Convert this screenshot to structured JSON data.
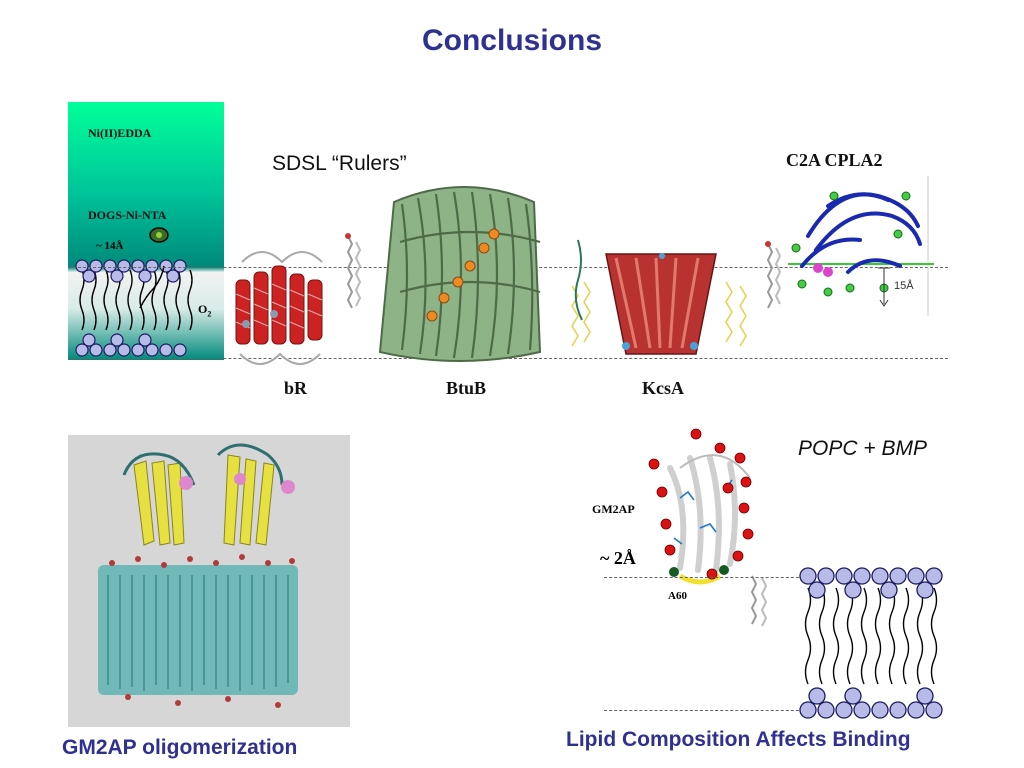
{
  "slide": {
    "title": "Conclusions"
  },
  "top_panel": {
    "ni_label": "Ni(II)EDDA",
    "dogs_label": "DOGS-Ni-NTA",
    "depth_label": "~ 14Å",
    "o2_label": "O",
    "o2_sub": "2",
    "rulers_label": "SDSL “Rulers”",
    "c2a_label": "C2A CPLA2",
    "c2a_depth": "15Å",
    "proteins": [
      "bR",
      "BtuB",
      "KcsA"
    ]
  },
  "bottom_left": {
    "caption": "GM2AP oligomerization"
  },
  "bottom_right": {
    "condition": "POPC + BMP",
    "protein_label": "GM2AP",
    "distance_label": "~ 2Å",
    "residue_label": "A60",
    "caption": "Lipid Composition Affects Binding"
  },
  "colors": {
    "title_blue": "#2e3192",
    "gradient_top": "#00ff99",
    "gradient_bottom": "#00897b",
    "helix_red": "#cc2222",
    "barrel_green": "#7fa37a",
    "lipid_head": "#9aa0d8"
  }
}
